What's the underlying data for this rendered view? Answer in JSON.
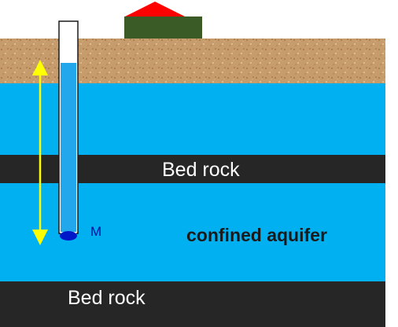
{
  "labels": {
    "upper_bedrock": "Bed rock",
    "lower_bedrock": "Bed rock",
    "aquifer": "confined aquifer",
    "measuring_point": "M"
  },
  "colors": {
    "water": "#00b0f0",
    "bedrock": "#262626",
    "soil": "#c69c6d",
    "roof": "#ff0000",
    "house": "#3a5a26",
    "pipe_water": "#22a7ec",
    "arrow": "#ffff00",
    "sensor": "#0018c8",
    "label_light": "#ffffff",
    "label_dark": "#1a1a1a",
    "marker_text": "#0010a0"
  },
  "icons": [
    "house-icon",
    "double-arrow-icon",
    "well-tube-icon"
  ]
}
